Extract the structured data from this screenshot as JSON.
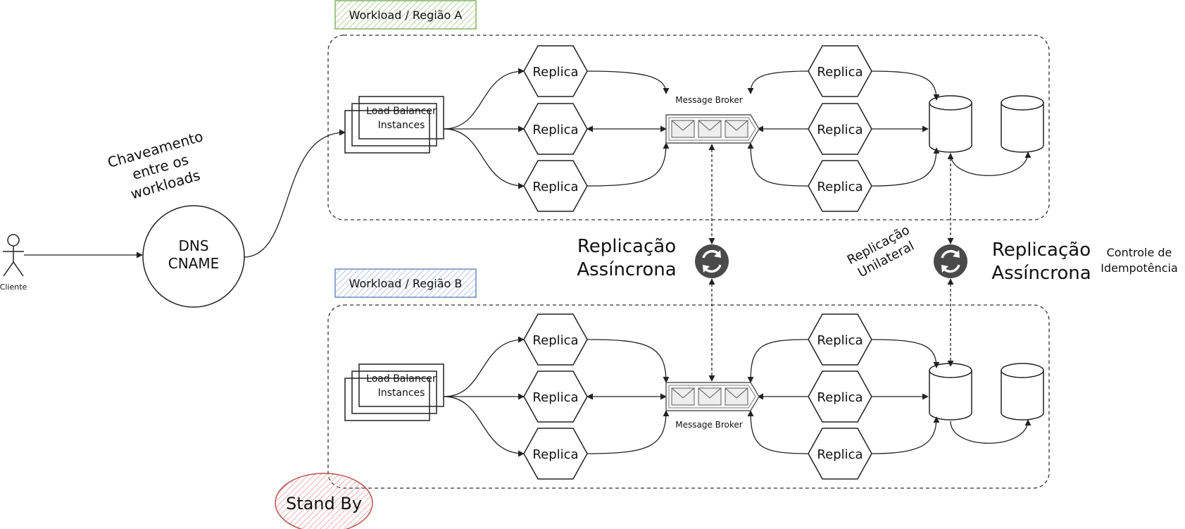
{
  "labels": {
    "region_a": "Workload / Região A",
    "region_b": "Workload / Região B",
    "switching": [
      "Chaveamento",
      "entre os",
      "workloads"
    ],
    "dns": [
      "DNS",
      "CNAME"
    ],
    "client": "Cliente",
    "load_balancer": [
      "Load Balancer",
      "Instances"
    ],
    "replica": "Replica",
    "message_broker": "Message Broker",
    "async_replication": [
      "Replicação",
      "Assíncrona"
    ],
    "unilateral_replication": [
      "Replicação",
      "Unilateral"
    ],
    "idempotency": [
      "Controle de",
      "Idempotência"
    ],
    "standby": "Stand By"
  },
  "colors": {
    "region_a": "#82b366",
    "region_a_fill": "#e8f3e0",
    "region_b": "#6c8ebf",
    "region_b_fill": "#e3ebf6",
    "standby": "#b85450",
    "standby_fill": "#f6dcdc",
    "sync_icon": "#4a4a4a"
  },
  "icons": {
    "sync": "sync-icon",
    "envelope": "envelope-icon",
    "database": "database-icon",
    "actor": "stick-figure-icon"
  }
}
